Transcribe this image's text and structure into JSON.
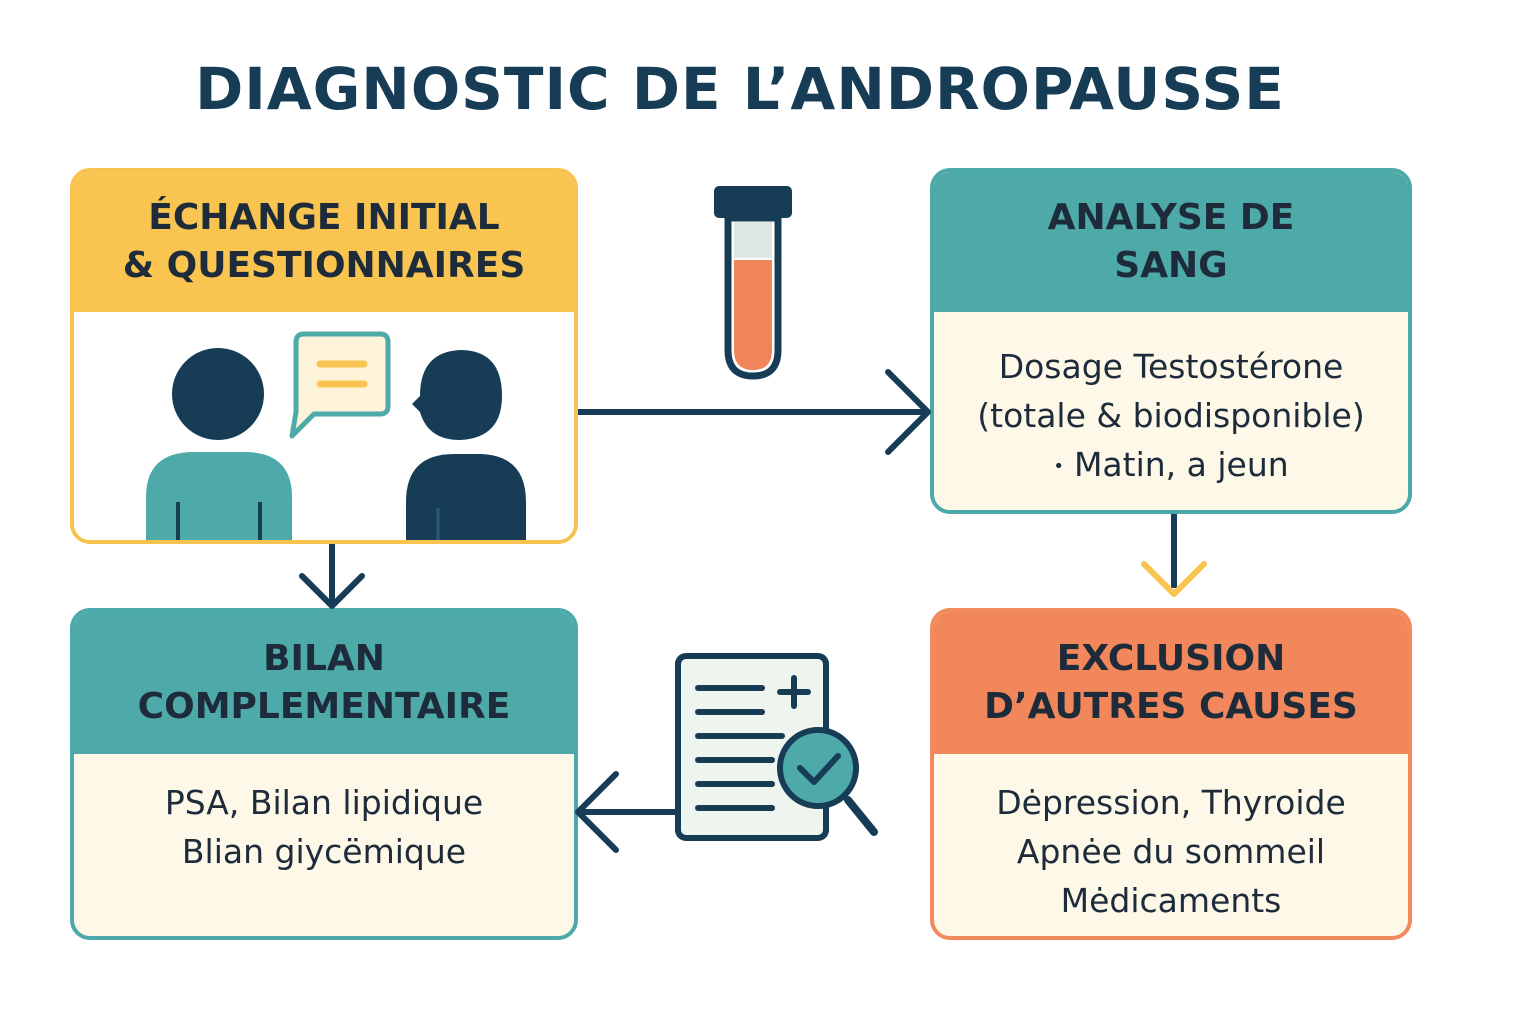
{
  "title": "DIAGNOSTIC DE L’ANDROPAUSSE",
  "cards": {
    "initial": {
      "title_lines": [
        "ÉCHANGE INITIAL",
        "& QUESTIONNAIRES"
      ],
      "color": "#f9c450"
    },
    "blood": {
      "title_lines": [
        "ANALYSE DE",
        "SANG"
      ],
      "lines": [
        "Dosage Testostérone",
        "(totale & biodisponible)"
      ],
      "bullet": "•",
      "bullet_text": "Matin, a jeun",
      "color": "#4ea9a9"
    },
    "complementary": {
      "title_lines": [
        "BILAN",
        "COMPLEMENTAIRE"
      ],
      "lines": [
        "PSA, Bilan lipidique",
        "Blian giycëmique"
      ],
      "color": "#4ea9a9"
    },
    "exclusion": {
      "title_lines": [
        "EXCLUSION",
        "D’AUTRES CAUSES"
      ],
      "lines": [
        "Dėpression, Thyroide",
        "Apnėe du sommeil",
        "Mėdicaments"
      ],
      "color": "#f1875a"
    }
  },
  "icons": [
    "person-icon",
    "speech-bubble-icon",
    "test-tube-icon",
    "medical-report-icon",
    "magnifier-check-icon"
  ],
  "colors": {
    "navy": "#173c56",
    "yellow": "#f9c450",
    "teal": "#4ea9a9",
    "orange": "#f1875a",
    "cream": "#fdf8e8"
  }
}
